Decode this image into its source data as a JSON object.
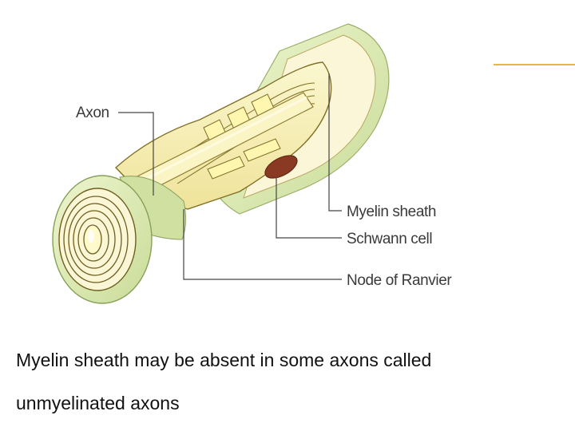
{
  "colors": {
    "accent": "#e8b64a",
    "myelin": "#f6f0b0",
    "myelin_edge": "#8a7a2a",
    "schwann_outer": "#d9e8b0",
    "nucleus": "#8a3a22"
  },
  "labels": {
    "axon": "Axon",
    "myelin_sheath": "Myelin sheath",
    "schwann_cell": "Schwann cell",
    "node_of_ranvier": "Node of Ranvier"
  },
  "caption": {
    "line1": "Myelin sheath may be absent in some axons called",
    "line2": "unmyelinated axons"
  }
}
